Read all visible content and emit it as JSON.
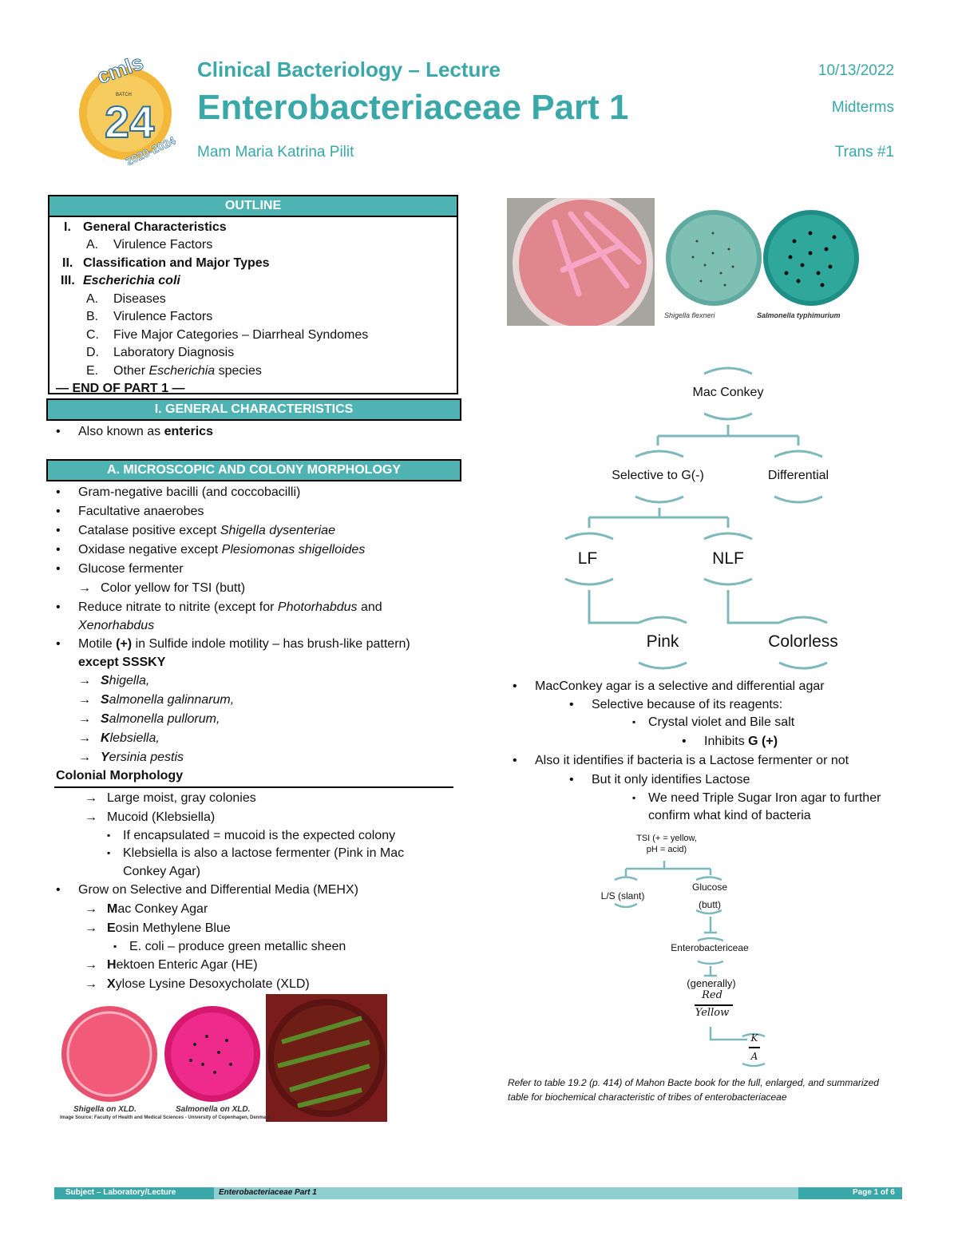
{
  "header": {
    "course": "Clinical Bacteriology – Lecture",
    "title": "Enterobacteriaceae Part 1",
    "professor": "Mam Maria Katrina Pilit",
    "date": "10/13/2022",
    "term": "Midterms",
    "trans": "Trans #1",
    "logo": {
      "top": "cmls",
      "batch": "BATCH",
      "number": "24",
      "years": "2020-2024"
    }
  },
  "outline": {
    "title": "OUTLINE",
    "items": [
      {
        "num": "I.",
        "label": "General Characteristics"
      },
      {
        "num": "A.",
        "label": "Virulence Factors"
      },
      {
        "num": "II.",
        "label": "Classification and Major Types"
      },
      {
        "num": "III.",
        "label": "Escherichia coli"
      },
      {
        "num": "A.",
        "label": "Diseases"
      },
      {
        "num": "B.",
        "label": "Virulence Factors"
      },
      {
        "num": "C.",
        "label": "Five Major Categories – Diarrheal Syndomes"
      },
      {
        "num": "D.",
        "label": "Laboratory Diagnosis"
      },
      {
        "num": "E.",
        "label": "Other",
        "italic": "Escherichia",
        "tail": " species"
      }
    ],
    "end": "— END OF PART 1 —"
  },
  "section1": {
    "title": "I. GENERAL CHARACTERISTICS",
    "aka_pre": "Also known as ",
    "aka_bold": "enterics"
  },
  "sectionA": {
    "title": "A.   MICROSCOPIC AND COLONY MORPHOLOGY",
    "b1": "Gram-negative bacilli (and coccobacilli)",
    "b2": "Facultative anaerobes",
    "b3_pre": "Catalase positive except ",
    "b3_it": "Shigella dysenteriae",
    "b4_pre": "Oxidase negative except ",
    "b4_it": "Plesiomonas shigelloides",
    "b5": "Glucose fermenter",
    "b5_sub": "Color yellow for TSI (butt)",
    "b6_pre": "Reduce nitrate to nitrite (except for ",
    "b6_it1": "Photorhabdus",
    "b6_mid": " and",
    "b6_it2": "Xenorhabdus",
    "b7_pre": "Motile ",
    "b7_bold": "(+)",
    "b7_post": " in Sulfide indole motility – has brush-like pattern)",
    "b7_except": "except SSSKY",
    "sssky": [
      {
        "first": "S",
        "rest": "higella,"
      },
      {
        "first": "S",
        "rest": "almonella galinnarum,"
      },
      {
        "first": "S",
        "rest": "almonella pullorum,"
      },
      {
        "first": "K",
        "rest": "lebsiella,"
      },
      {
        "first": "Y",
        "rest": "ersinia pestis"
      }
    ]
  },
  "colonial": {
    "heading": "Colonial Morphology",
    "c1": "Large moist, gray colonies",
    "c2": "Mucoid (Klebsiella)",
    "c2a": "If encapsulated = mucoid is the expected colony",
    "c2b1": "Klebsiella is also a lactose fermenter (Pink in Mac",
    "c2b2": "Conkey Agar)",
    "grow": "Grow on Selective and Differential Media (MEHX)",
    "media": [
      {
        "first": "M",
        "rest": "ac Conkey Agar"
      },
      {
        "first": "E",
        "rest": "osin Methylene Blue"
      },
      {
        "first": "H",
        "rest": "ektoen Enteric Agar (HE)"
      },
      {
        "first": "X",
        "rest": "ylose Lysine Desoxycholate (XLD)"
      }
    ],
    "emb_sub": "E. coli – produce green metallic sheen"
  },
  "photos": {
    "xld1": "Shigella on XLD.",
    "xld2": "Salmonella on XLD.",
    "source": "Image Source: Faculty of Health and Medical Sciences - University of Copenhagen, Denmark",
    "sh": "Shigella flexneri",
    "sa": "Salmonella typhimurium"
  },
  "tree": {
    "root": "Mac Conkey",
    "sel": "Selective to G(-)",
    "diff": "Differential",
    "lf": "LF",
    "nlf": "NLF",
    "pink": "Pink",
    "colorless": "Colorless"
  },
  "mac": {
    "m1": "MacConkey agar is a selective and differential agar",
    "m2": "Selective because of its reagents:",
    "m3": "Crystal violet and Bile salt",
    "m4_pre": "Inhibits ",
    "m4_bold": "G (+)",
    "m5": "Also it identifies if bacteria is a Lactose fermenter or not",
    "m6": "But it only identifies Lactose",
    "m7a": "We need Triple Sugar Iron agar to further",
    "m7b": "confirm what kind of bacteria"
  },
  "tsi": {
    "root1": "TSI (+ = yellow,",
    "root2": "pH = acid)",
    "slant": "L/S (slant)",
    "glucose": "Glucose",
    "butt": "(butt)",
    "entero": "Enterobactericeae",
    "generally": "(generally)",
    "red": "Red",
    "yellow": "Yellow",
    "k": "K",
    "a": "A"
  },
  "refer": {
    "line1": "Refer to table 19.2 (p. 414) of Mahon Bacte book for the full, enlarged, and summarized",
    "line2": "table for biochemical characteristic of tribes of enterobacteriaceae"
  },
  "footer": {
    "subject": "Subject – Laboratory/Lecture",
    "doc": "Enterobacteriaceae Part 1",
    "page": "Page 1 of 6"
  }
}
